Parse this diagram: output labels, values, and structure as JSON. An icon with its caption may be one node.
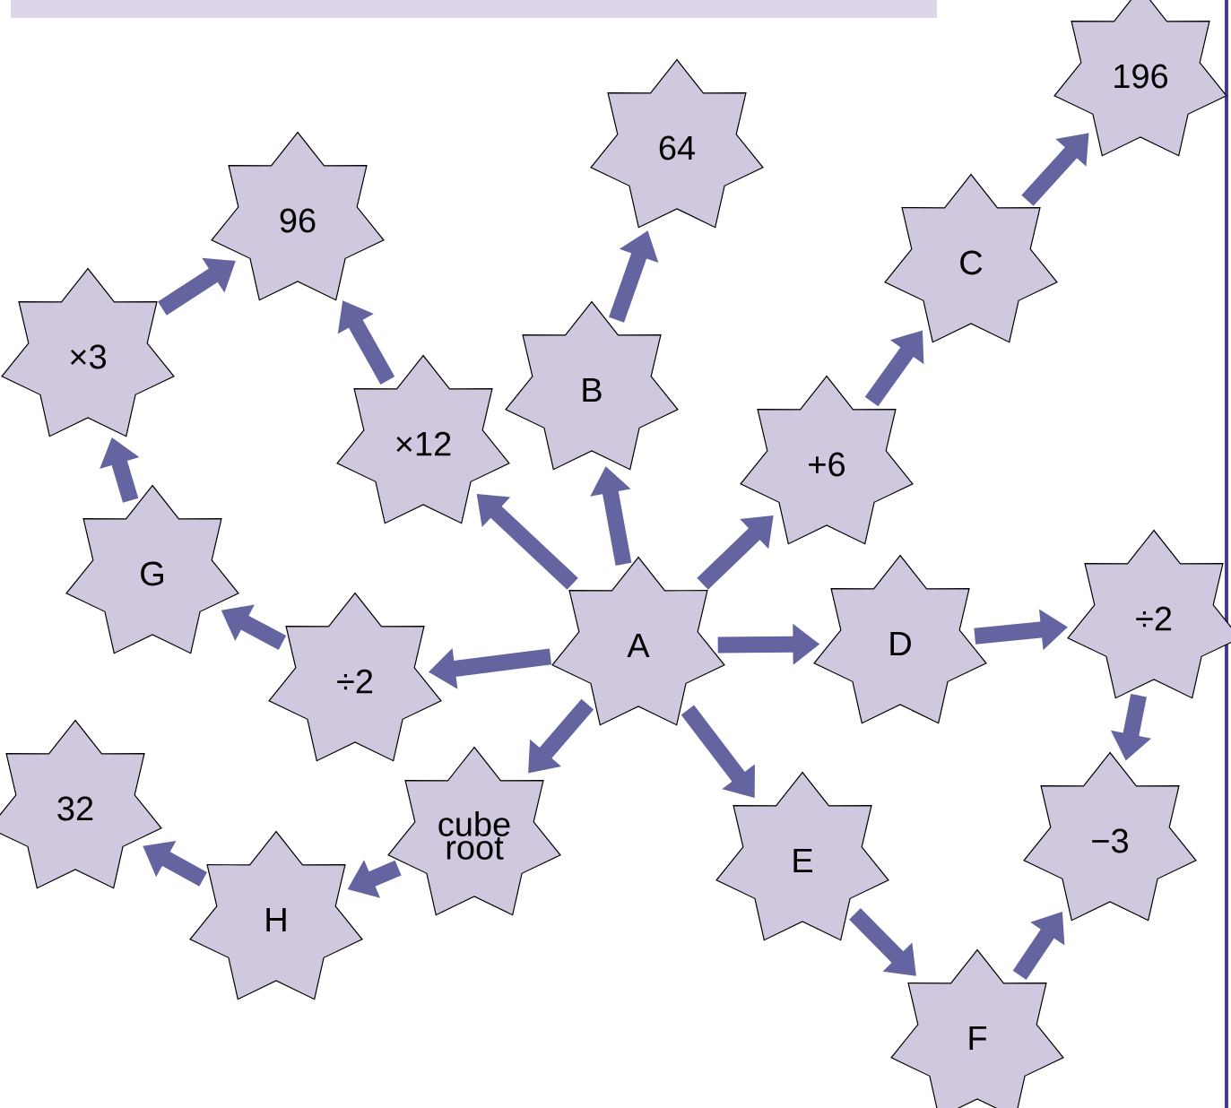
{
  "diagram": {
    "nodes": [
      {
        "text": [
          "A"
        ]
      },
      {
        "text": [
          "B"
        ]
      },
      {
        "text": [
          "64"
        ]
      },
      {
        "text": [
          "+6"
        ]
      },
      {
        "text": [
          "C"
        ]
      },
      {
        "text": [
          "196"
        ]
      },
      {
        "text": [
          "×12"
        ]
      },
      {
        "text": [
          "96"
        ]
      },
      {
        "text": [
          "÷2"
        ]
      },
      {
        "text": [
          "G"
        ]
      },
      {
        "text": [
          "×3"
        ]
      },
      {
        "text": [
          "D"
        ]
      },
      {
        "text": [
          "÷2"
        ]
      },
      {
        "text": [
          "−3"
        ]
      },
      {
        "text": [
          "E"
        ]
      },
      {
        "text": [
          "F"
        ]
      },
      {
        "text": [
          "cube root"
        ]
      },
      {
        "text": [
          "H"
        ]
      },
      {
        "text": [
          "32"
        ]
      }
    ],
    "edges": [
      {
        "from": 0,
        "to": 1,
        "arrow": "to"
      },
      {
        "from": 1,
        "to": 2,
        "arrow": "to"
      },
      {
        "from": 0,
        "to": 3,
        "arrow": "to"
      },
      {
        "from": 3,
        "to": 4,
        "arrow": "to"
      },
      {
        "from": 4,
        "to": 5,
        "arrow": "to"
      },
      {
        "from": 0,
        "to": 6,
        "arrow": "to"
      },
      {
        "from": 6,
        "to": 7,
        "arrow": "to"
      },
      {
        "from": 0,
        "to": 8,
        "arrow": "to"
      },
      {
        "from": 8,
        "to": 9,
        "arrow": "to"
      },
      {
        "from": 9,
        "to": 10,
        "arrow": "to"
      },
      {
        "from": 10,
        "to": 7,
        "arrow": "to"
      },
      {
        "from": 0,
        "to": 11,
        "arrow": "to"
      },
      {
        "from": 11,
        "to": 12,
        "arrow": "to"
      },
      {
        "from": 12,
        "to": 13,
        "arrow": "to"
      },
      {
        "from": 0,
        "to": 14,
        "arrow": "to"
      },
      {
        "from": 14,
        "to": 15,
        "arrow": "to"
      },
      {
        "from": 15,
        "to": 13,
        "arrow": "to"
      },
      {
        "from": 0,
        "to": 16,
        "arrow": "to"
      },
      {
        "from": 16,
        "to": 17,
        "arrow": "to"
      },
      {
        "from": 17,
        "to": 18,
        "arrow": "to"
      }
    ]
  }
}
